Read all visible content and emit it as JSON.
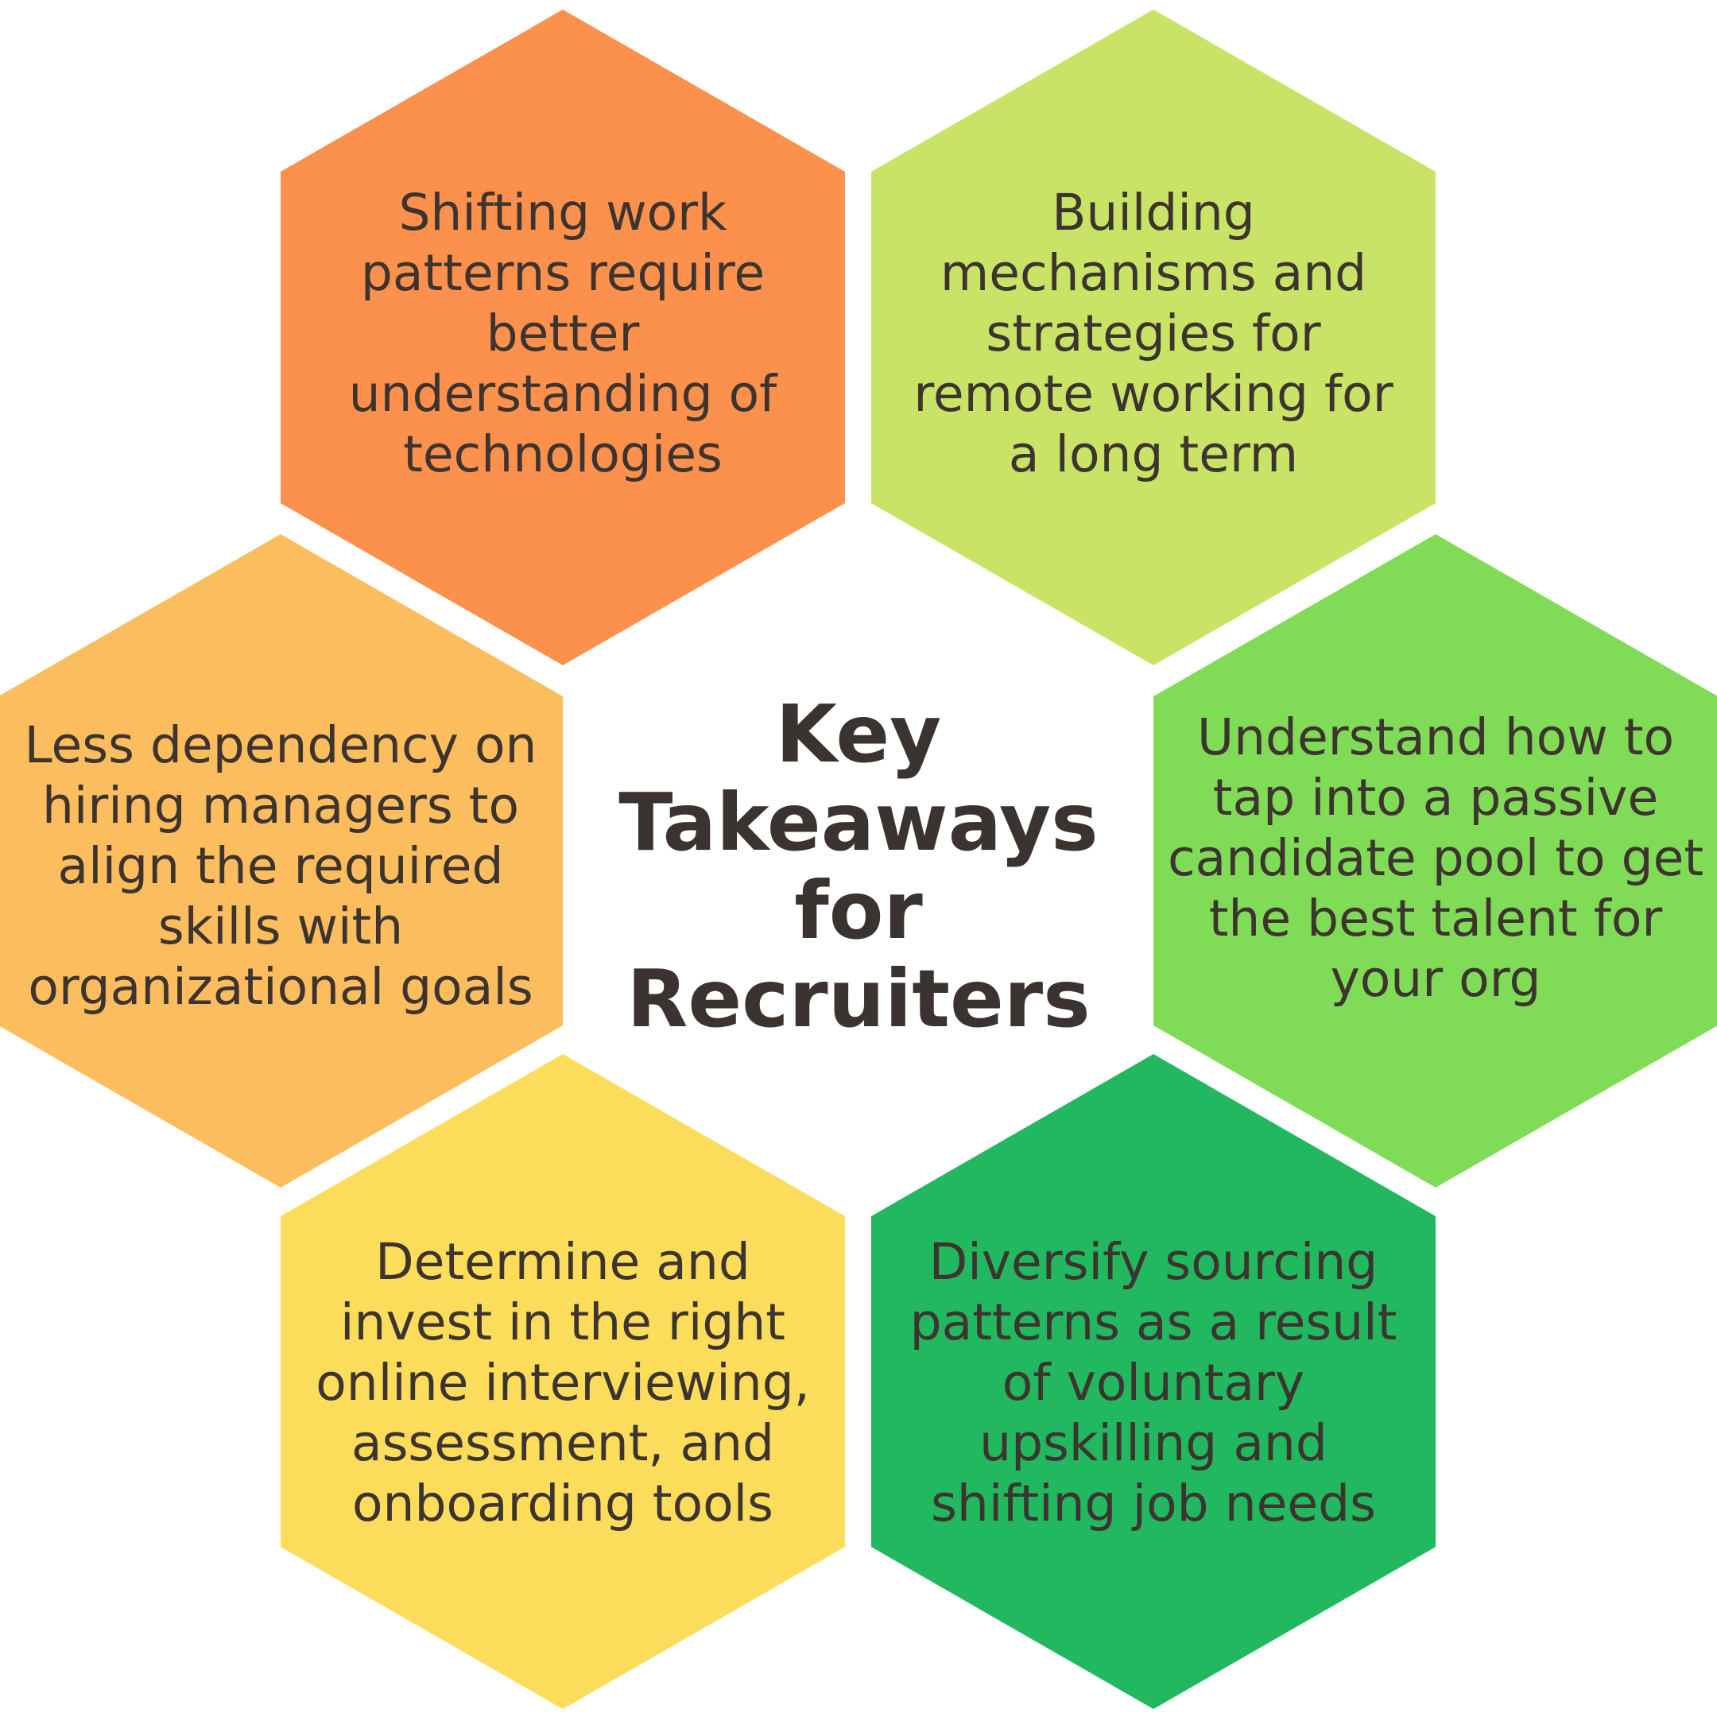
{
  "title": "Key Takeaways for Recruiters",
  "colors": {
    "orange": "#fb914d",
    "light_orange": "#fbbd5e",
    "yellow": "#fcdd5b",
    "lime": "#c9e366",
    "green": "#80db57",
    "dark_green": "#22b85f",
    "text": "#3d342f"
  },
  "hexagons": [
    {
      "id": "top-left",
      "color": "#fb914d",
      "text": "Shifting work patterns require better understanding of technologies"
    },
    {
      "id": "top-right",
      "color": "#c9e366",
      "text": "Building mechanisms and strategies for remote working for a long term"
    },
    {
      "id": "middle-left",
      "color": "#fbbd5e",
      "text": "Less dependency on hiring managers to align the required skills with organizational goals"
    },
    {
      "id": "middle-right",
      "color": "#80db57",
      "text": "Understand how to tap into a passive candidate pool to get the best talent for your org"
    },
    {
      "id": "bottom-left",
      "color": "#fcdd5b",
      "text": "Determine and invest in the right online interviewing, assessment, and onboarding tools"
    },
    {
      "id": "bottom-right",
      "color": "#22b85f",
      "text": "Diversify sourcing patterns as a result of voluntary upskilling and shifting job needs"
    }
  ]
}
